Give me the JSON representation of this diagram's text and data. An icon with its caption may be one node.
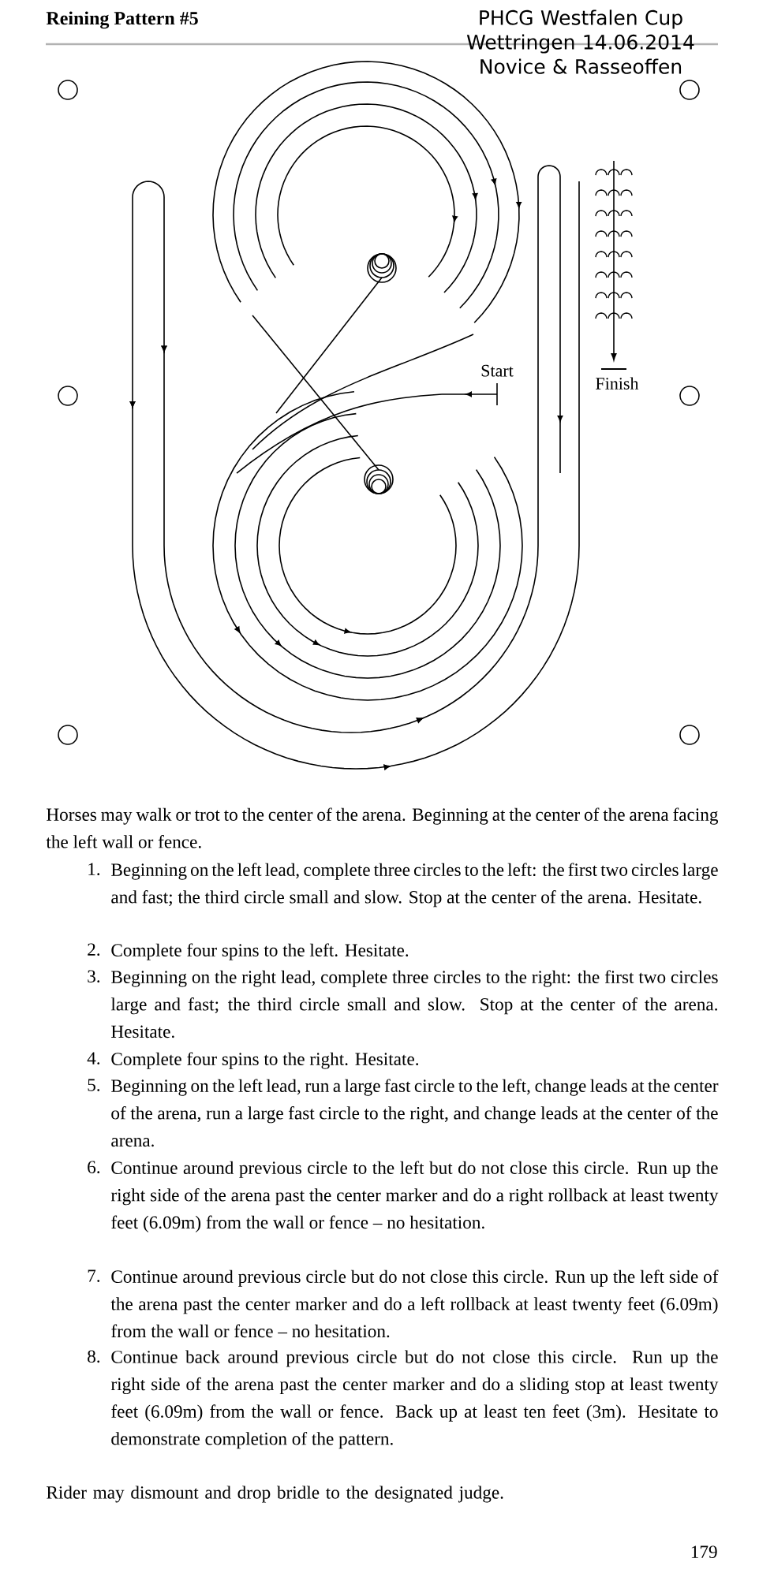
{
  "diagram": {
    "title": "Reining Pattern #5",
    "labels": [
      "PHCG Westfalen Cup Wettringen 14.06.2014 Novice & Rasseoffen",
      "Start",
      "Finish",
      "Horses may walk or trot to the center of the arena. Beginning at the center of the arena facing the left wall or fence.",
      "1.",
      "Beginning on the left lead, complete three circles to the left: the first two circles large and fast; the third circle small and slow. Stop at the center of the arena. Hesitate.",
      "2.",
      "Complete four spins to the left. Hesitate.",
      "3.",
      "Beginning on the right lead, complete three circles to the right: the first two circles large and fast; the third circle small and slow. Stop at the center of the arena. Hesitate.",
      "4.",
      "Complete four spins to the right. Hesitate.",
      "5.",
      "Beginning on the left lead, run a large fast circle to the left, change leads at the center of the arena, run a large fast circle to the right, and change leads at the center of the arena.",
      "6.",
      "Continue around previous circle to the left but do not close this circle. Run up the right side of the arena past the center marker and do a right rollback at least twenty feet (6.09m) from the wall or fence – no hesitation.",
      "7.",
      "Continue around previous circle but do not close this circle. Run up the left side of the arena past the center marker and do a left rollback at least twenty feet (6.09m) from the wall or fence – no hesitation.",
      "8.",
      "Continue back around previous circle but do not close this circle. Run up the right side of the arena past the center marker and do a sliding stop at least twenty feet (6.09m) from the wall or fence. Back up at least ten feet (3m). Hesitate to demonstrate completion of the pattern.",
      "Rider may dismount and drop bridle to the designated judge.",
      "179"
    ]
  }
}
